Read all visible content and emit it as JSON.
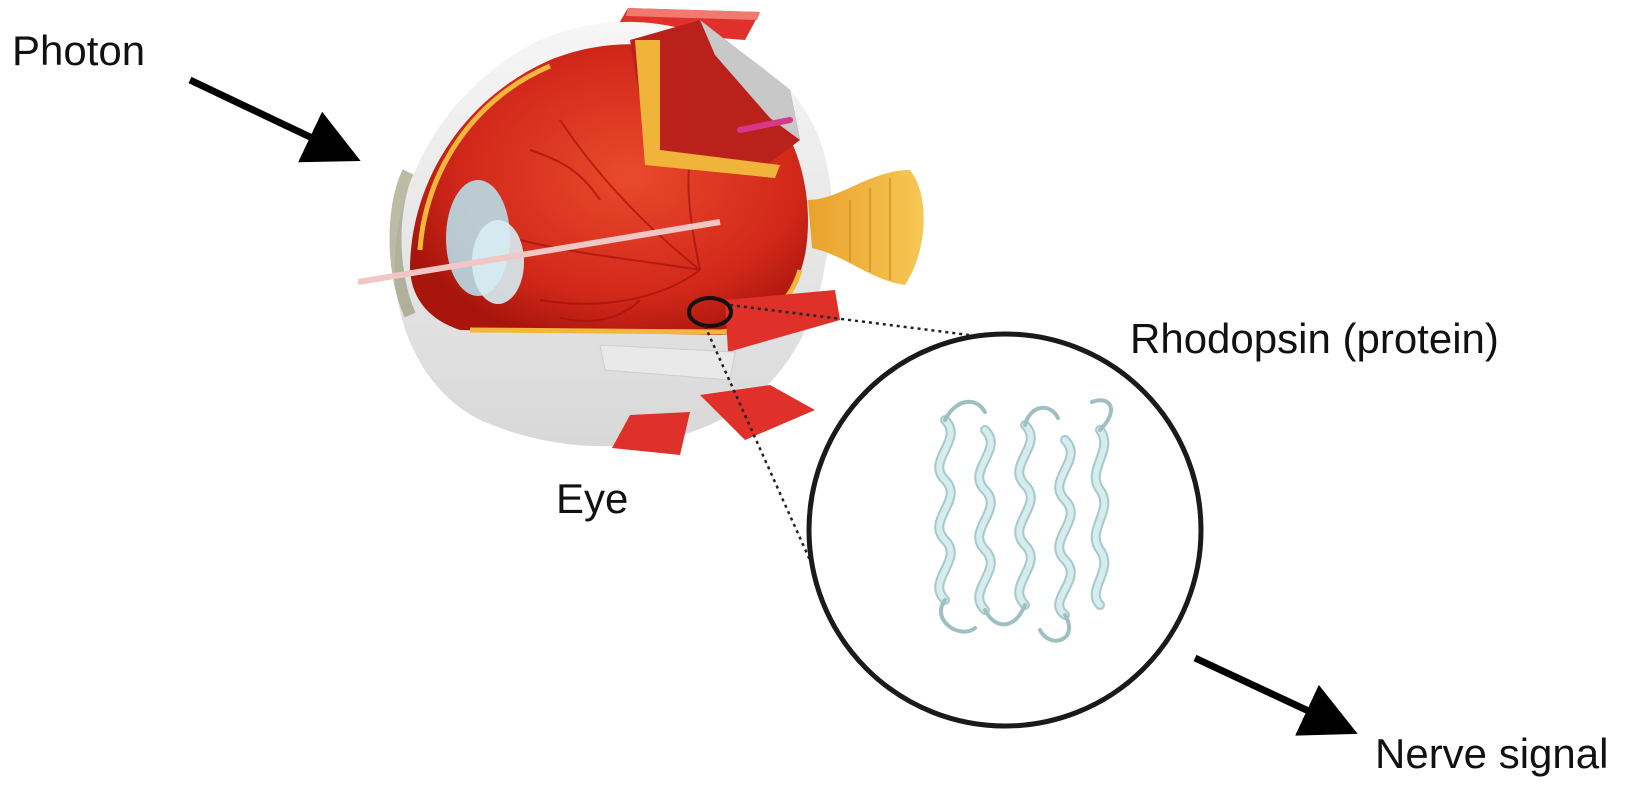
{
  "labels": {
    "photon": "Photon",
    "eye": "Eye",
    "rhodopsin": "Rhodopsin (protein)",
    "nerve_signal": "Nerve signal"
  },
  "colors": {
    "arrow": "#000000",
    "text": "#111111",
    "eye_red": "#d62a1a",
    "eye_dark_red": "#a8150c",
    "sclera": "#eeeeee",
    "optic_nerve": "#f2b43a",
    "lens": "#b9dbe6",
    "protein_ribbon": "#cfe8ea",
    "zoom_circle": "#1a1a1a"
  },
  "icons": {
    "photon_arrow": "arrow-down-right-icon",
    "nerve_arrow": "arrow-down-right-icon",
    "eye": "eye-cross-section-icon",
    "protein": "protein-ribbon-icon"
  }
}
